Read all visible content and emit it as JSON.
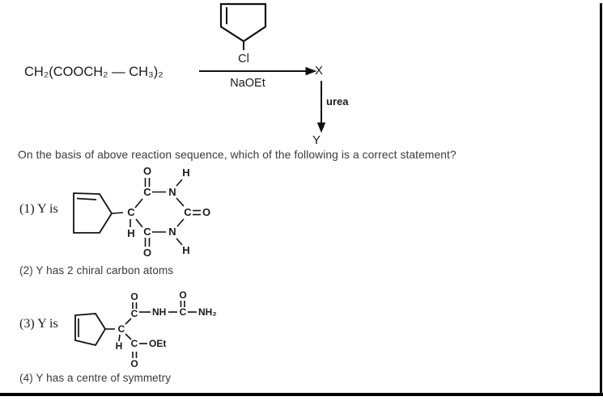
{
  "scheme": {
    "reactant_formula": "CH₂(COOCH₂ — CH₃)₂",
    "reagent_ring_substituent": "Cl",
    "arrow_reagent": "NaOEt",
    "intermediate": "X",
    "step2_reagent": "urea",
    "product": "Y"
  },
  "question": "On the basis of above reaction sequence, which of the following is a correct statement?",
  "options": {
    "o1": {
      "label": "(1) Y is"
    },
    "o2": {
      "label": "(2) Y has 2 chiral carbon atoms"
    },
    "o3": {
      "label": "(3) Y is"
    },
    "o4": {
      "label": "(4) Y has a centre of symmetry"
    }
  },
  "structure1": {
    "c_center": "C",
    "h_center": "H",
    "c_top": "C",
    "o_top": "O",
    "n_top": "N",
    "h_top": "H",
    "c_right": "C",
    "o_right": "O",
    "n_bottom": "N",
    "h_bottom": "H",
    "c_bottom": "C",
    "o_bottom": "O"
  },
  "structure3": {
    "c_center": "C",
    "h_center": "H",
    "c_amide": "C",
    "o_amide": "O",
    "nh": "NH",
    "c_urea": "C",
    "o_urea": "O",
    "nh2": "NH₂",
    "c_ester": "C",
    "o_ester": "O",
    "oet": "OEt"
  },
  "colors": {
    "ink": "#111111",
    "text": "#3a3a3a"
  }
}
